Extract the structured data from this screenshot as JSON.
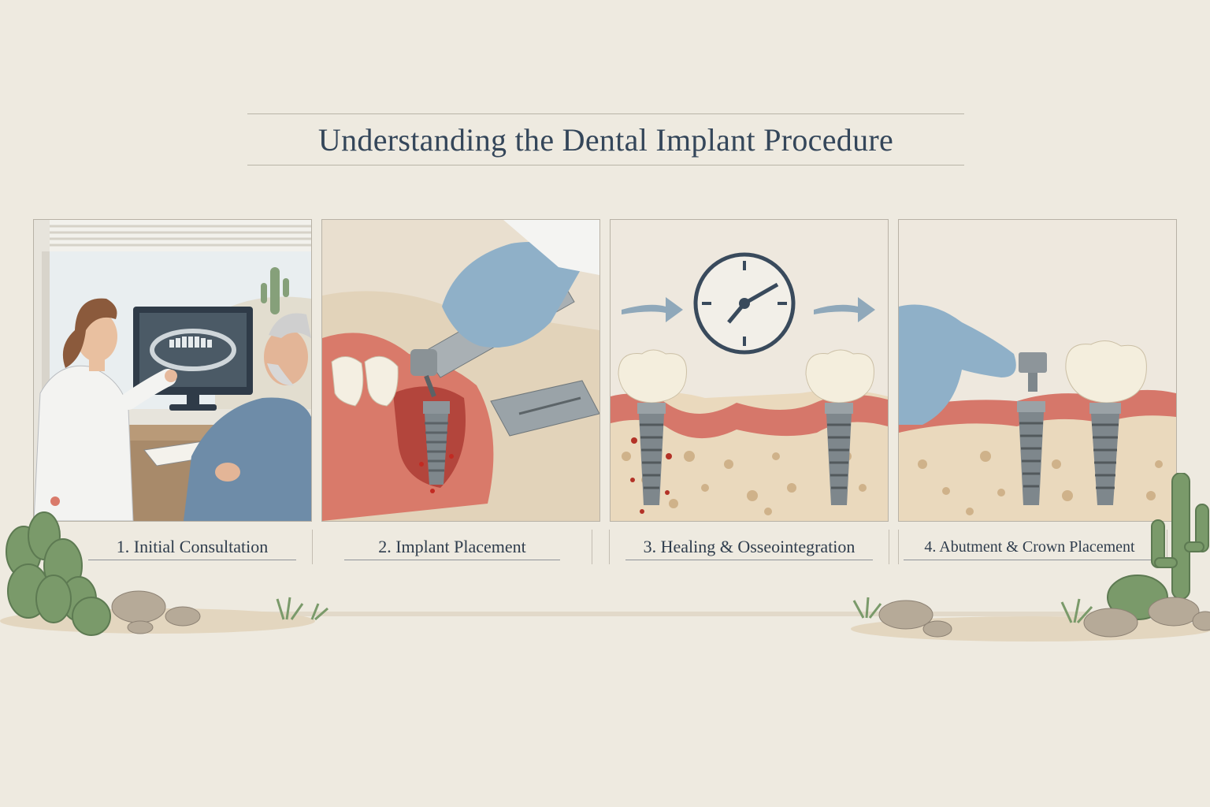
{
  "title": "Understanding the Dental Implant Procedure",
  "steps": [
    {
      "label": "1. Initial Consultation"
    },
    {
      "label": "2. Implant Placement"
    },
    {
      "label": "3. Healing & Osseointegration"
    },
    {
      "label": "4. Abutment & Crown Placement"
    }
  ],
  "colors": {
    "background": "#eeeae0",
    "title_text": "#34465a",
    "gum": "#d97a6a",
    "bone": "#ead9bd",
    "glove": "#8fb0c8",
    "cactus": "#7a9a6a"
  },
  "icons": [
    "x-ray-monitor-icon",
    "dental-drill-icon",
    "clock-icon",
    "arrow-right-icon",
    "implant-icon",
    "crown-icon",
    "cactus-icon"
  ]
}
